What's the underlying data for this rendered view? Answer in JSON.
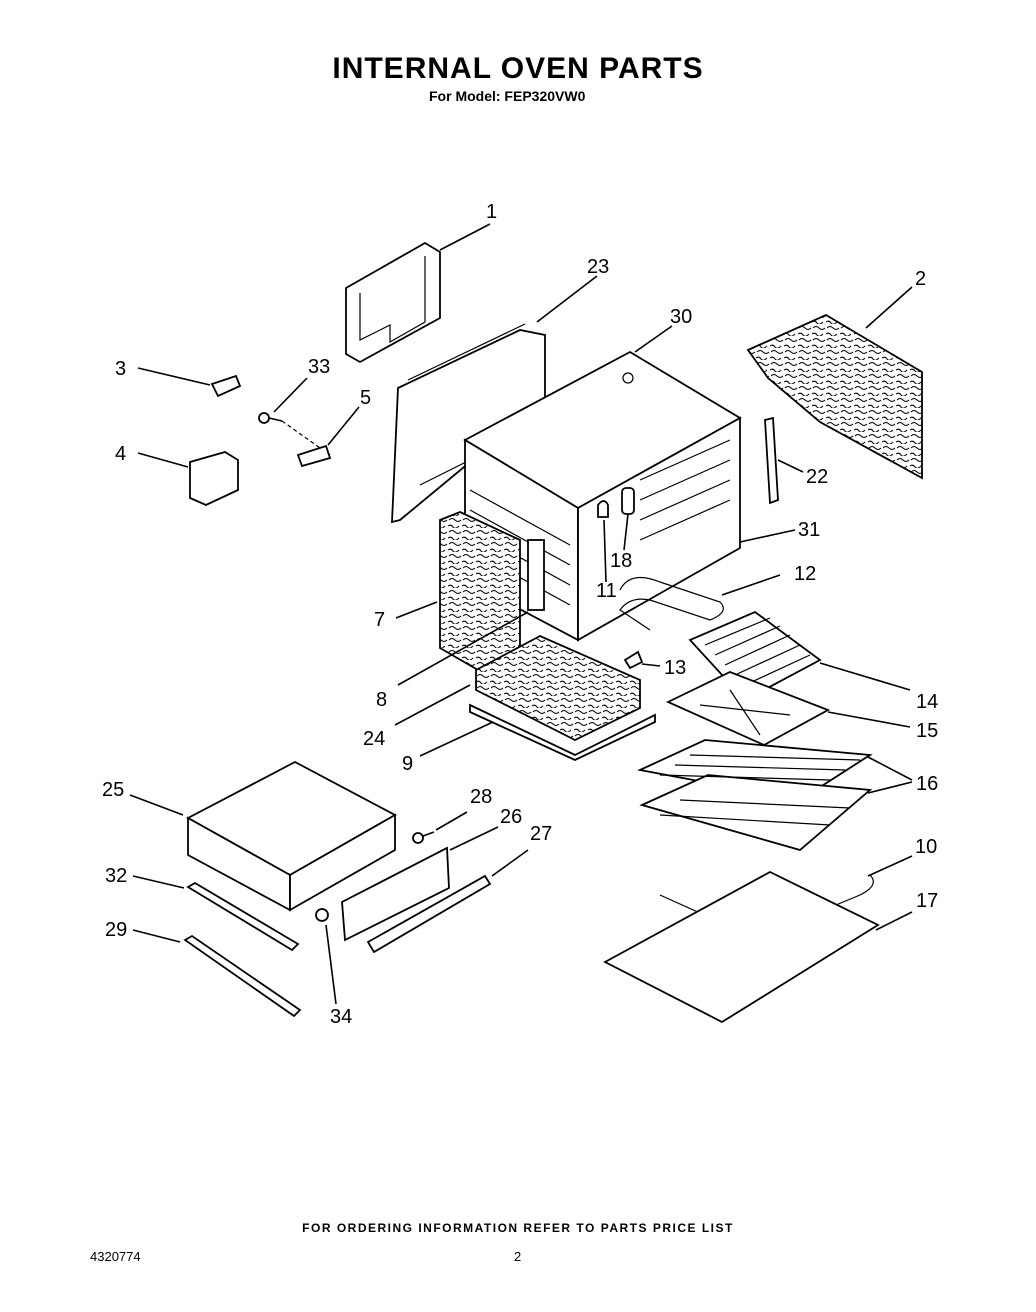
{
  "header": {
    "title": "INTERNAL OVEN PARTS",
    "subtitle": "For Model: FEP320VW0"
  },
  "footer": {
    "note": "FOR ORDERING INFORMATION REFER TO PARTS PRICE LIST",
    "doc_number": "4320774",
    "page_number": "2"
  },
  "callouts": {
    "c1": "1",
    "c2": "2",
    "c3": "3",
    "c4": "4",
    "c5": "5",
    "c7": "7",
    "c8": "8",
    "c9": "9",
    "c10": "10",
    "c11": "11",
    "c12": "12",
    "c13": "13",
    "c14": "14",
    "c15": "15",
    "c16": "16",
    "c17": "17",
    "c18": "18",
    "c22": "22",
    "c23": "23",
    "c24": "24",
    "c25": "25",
    "c26": "26",
    "c27": "27",
    "c28": "28",
    "c29": "29",
    "c30": "30",
    "c31": "31",
    "c32": "32",
    "c33": "33",
    "c34": "34"
  }
}
